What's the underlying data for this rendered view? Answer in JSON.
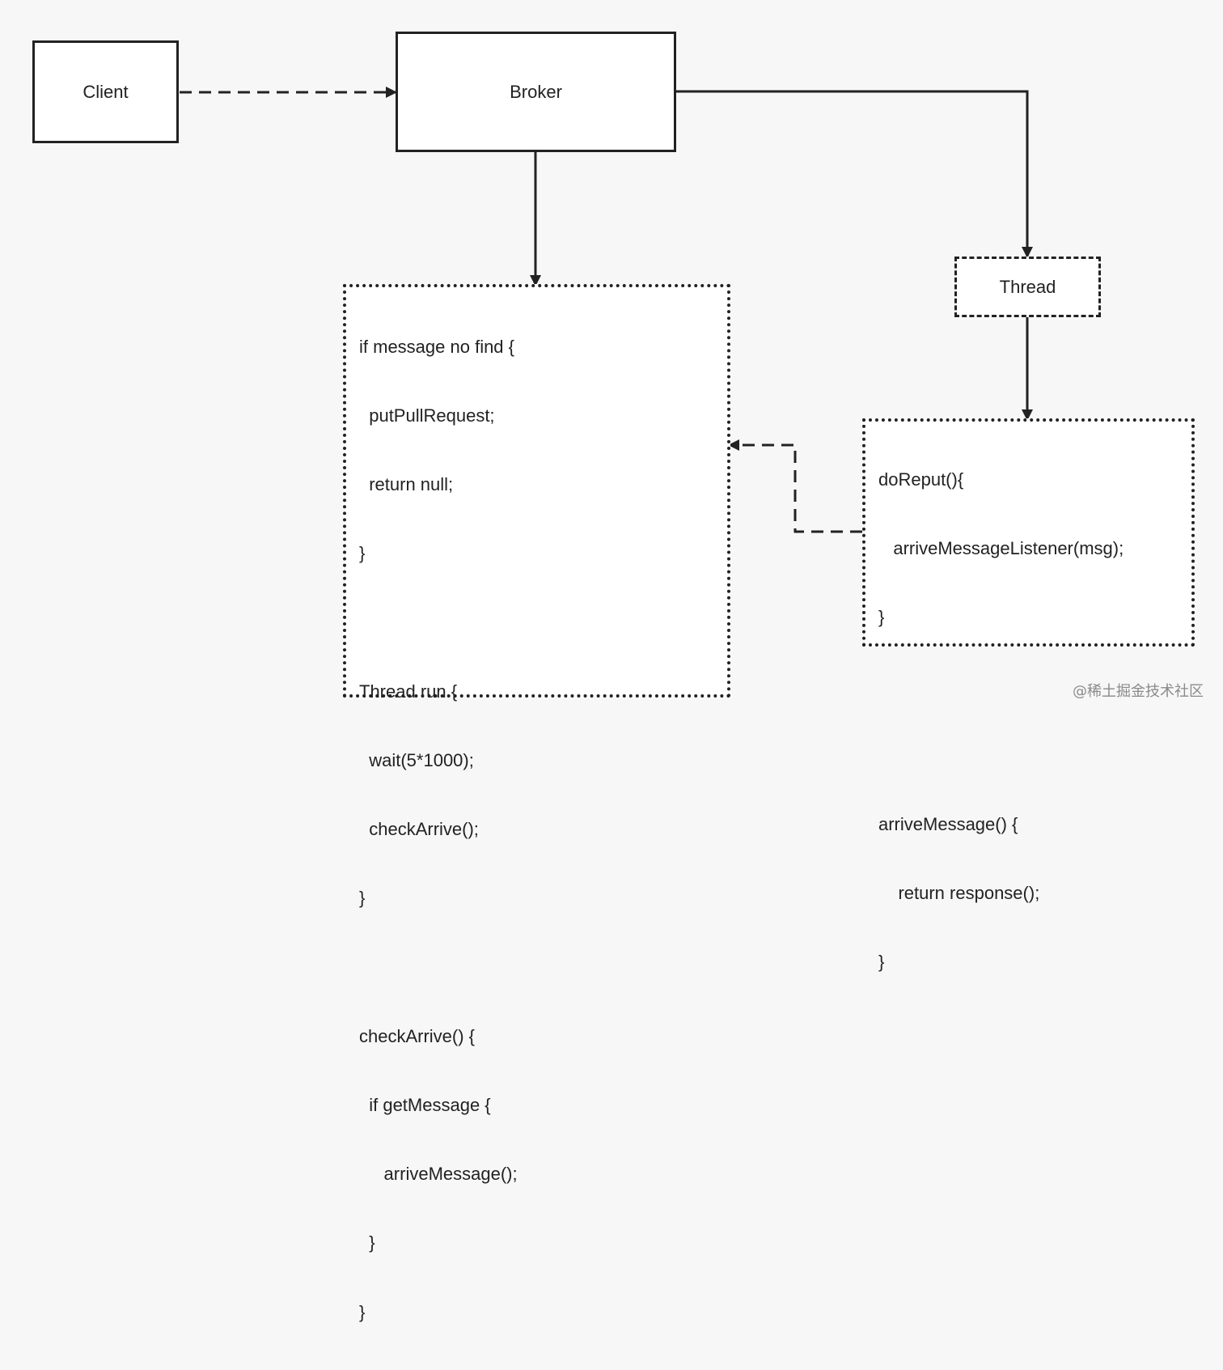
{
  "nodes": {
    "client": "Client",
    "broker": "Broker",
    "thread": "Thread"
  },
  "left_code": [
    "if message no find {",
    "  putPullRequest;",
    "  return null;",
    "}",
    "",
    "Thread run {",
    "  wait(5*1000);",
    "  checkArrive();",
    "}",
    "",
    "checkArrive() {",
    "  if getMessage {",
    "     arriveMessage();",
    "  }",
    "}"
  ],
  "right_code": [
    "doReput(){",
    "   arriveMessageListener(msg);",
    "}",
    "",
    "",
    "arriveMessage() {",
    "    return response();",
    "}"
  ],
  "watermark": "@稀土掘金技术社区",
  "colors": {
    "background": "#f7f7f7",
    "stroke": "#222222",
    "box_fill": "#ffffff"
  }
}
